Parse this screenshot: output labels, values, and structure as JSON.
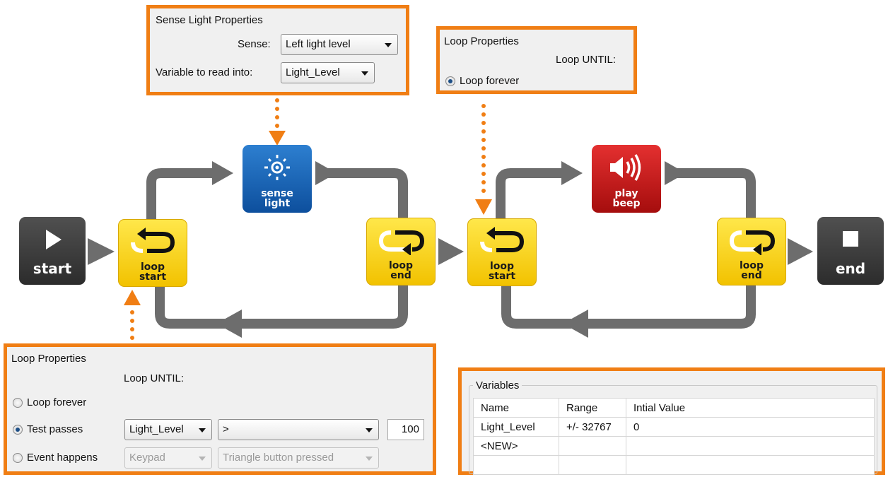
{
  "blocks": {
    "start": {
      "label": "start"
    },
    "loop_start_1": {
      "label": "loop\nstart"
    },
    "sense_light": {
      "label": "sense\nlight"
    },
    "loop_end_1": {
      "label": "loop\nend"
    },
    "loop_start_2": {
      "label": "loop\nstart"
    },
    "play_beep": {
      "label": "play\nbeep"
    },
    "loop_end_2": {
      "label": "loop\nend"
    },
    "end": {
      "label": "end"
    }
  },
  "sense_panel": {
    "title": "Sense Light Properties",
    "sense_label": "Sense:",
    "sense_value": "Left light level",
    "variable_label": "Variable to read into:",
    "variable_value": "Light_Level"
  },
  "loop_panel_2": {
    "title": "Loop Properties",
    "until_label": "Loop UNTIL:",
    "forever_label": "Loop forever",
    "forever_selected": true
  },
  "loop_panel_1": {
    "title": "Loop Properties",
    "until_label": "Loop UNTIL:",
    "options": [
      "Loop forever",
      "Test passes",
      "Event happens"
    ],
    "selected": "Test passes",
    "test_variable": "Light_Level",
    "test_operator": ">",
    "test_value": "100",
    "event_source": "Keypad",
    "event_trigger": "Triangle button pressed"
  },
  "variables_panel": {
    "title": "Variables",
    "columns": [
      "Name",
      "Range",
      "Intial Value"
    ],
    "rows": [
      [
        "Light_Level",
        "+/- 32767",
        "0"
      ],
      [
        "<NEW>",
        "",
        ""
      ]
    ]
  },
  "colors": {
    "callout_border": "#f07e14",
    "connector": "#6d6d6d",
    "loop_block": "#f7d31c",
    "sense_block": "#1563b8",
    "beep_block": "#c81818",
    "terminal_block": "#3c3c3c"
  }
}
